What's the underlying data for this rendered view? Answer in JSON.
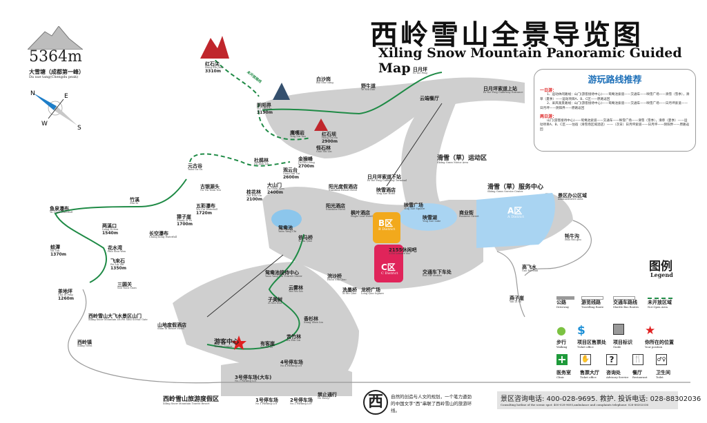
{
  "title": {
    "cn": "西岭雪山全景导览图",
    "en": "Xiling Snow Mountain Panoramic Guided Map"
  },
  "peak": {
    "height": "5364m",
    "name_cn": "大雪塘（成都第一峰）",
    "name_en": "Da xue tang(Chengdu peak)"
  },
  "compass": {
    "n": "N",
    "e": "E",
    "s": "S",
    "w": "W"
  },
  "route_recommendation": {
    "title": "游玩路线推荐",
    "one_day_heading": "一日游：",
    "one_day_1": "1、运动休闲路线：山门(游客接待中心)——鸳鸯池索道——交通车——映雪广场——滑雪（雪季），滑草（夏季）——运动项目A、B、C区——原路返回",
    "one_day_2": "2、采风观景路线：山门(游客接待中心)——鸳鸯池索道——交通车——映雪广场——日月坪索道——日月坪——阴阳界——原路返回",
    "two_day_heading": "两日游：",
    "two_day": "山门(游客接待中心)——鸳鸯池索道——交通车——映雪广场——滑雪（雪季），滑草（夏季）——运动项目A、B、C区——住宿（滑雪场区域酒店）——（次日）日月坪索道——日月坪——阴阳界——原路返回"
  },
  "not_open_route_label": "未开放路线",
  "places": [
    {
      "cn": "红石尖",
      "en": "Hong Shi Jian",
      "el": "3310m"
    },
    {
      "cn": "阴阳界",
      "en": "Yin Yang Jie",
      "el": "3190m"
    },
    {
      "cn": "白沙岗",
      "en": "Bai Sha Gang"
    },
    {
      "cn": "野牛道",
      "en": "Ye Niu Dao"
    },
    {
      "cn": "日月坪",
      "en": "Ri Yue Ping"
    },
    {
      "cn": "鹰嘴岩",
      "en": "Ying Zui Yan"
    },
    {
      "cn": "红石坝",
      "en": "Hong Shi Ba",
      "el": "2900m"
    },
    {
      "cn": "怪石林",
      "en": "Guai Shi Lin"
    },
    {
      "cn": "金猴峰",
      "en": "Jin Hou Feng",
      "el": "2700m"
    },
    {
      "cn": "观云台",
      "en": "Guan Yun Tai",
      "el": "2600m"
    },
    {
      "cn": "杜鹃林",
      "en": "Du Juan Lin"
    },
    {
      "cn": "大山门",
      "en": "Da Shan Men",
      "el": "2400m"
    },
    {
      "cn": "桂花林",
      "en": "Gui Hua Lin",
      "el": "2100m"
    },
    {
      "cn": "古银源头",
      "en": "Gu Yin Yuan Tou"
    },
    {
      "cn": "元古谷",
      "en": "Yuan Gu Gu"
    },
    {
      "cn": "五彩瀑布",
      "en": "Wu Cai Waterfall",
      "el": "1720m"
    },
    {
      "cn": "獐子崖",
      "en": "Zhang Zi Ya",
      "el": "1700m"
    },
    {
      "cn": "长空瀑布",
      "en": "Chang Kong Waterfall"
    },
    {
      "cn": "竹溪",
      "en": "Zhu Xi"
    },
    {
      "cn": "鱼泉瀑布",
      "en": "Yu Quan Waterfall"
    },
    {
      "cn": "两溪口",
      "en": "Liang Xi Kou",
      "el": "1540m"
    },
    {
      "cn": "蛙潭",
      "en": "Wa Tan",
      "el": "1370m"
    },
    {
      "cn": "花水湾",
      "en": "Hua Shui Wan"
    },
    {
      "cn": "飞来石",
      "en": "Fei Lai Shi",
      "el": "1350m"
    },
    {
      "cn": "三圆关",
      "en": "San Yuan Guan"
    },
    {
      "cn": "茶地坪",
      "en": "Cha Di Ping",
      "el": "1260m"
    },
    {
      "cn": "西岭雪山大飞水景区山门",
      "en": "Xiling Snow Mountain Da Fei Shui Scenic Gate"
    },
    {
      "cn": "西岭镇",
      "en": "Xiling Town"
    },
    {
      "cn": "山地度假酒店",
      "en": "Shan Di Resort Hotel"
    },
    {
      "cn": "游客中心",
      "en": "Tourist Center"
    },
    {
      "cn": "有客崖",
      "en": "You Ke Ya"
    },
    {
      "cn": "苦竹林",
      "en": "Ku Zhu Lin"
    },
    {
      "cn": "香杉林",
      "en": "Xiang Shan Lin"
    },
    {
      "cn": "子美树",
      "en": "Zi Mei Shu"
    },
    {
      "cn": "云雾林",
      "en": "Yun Wu Lin"
    },
    {
      "cn": "鸳鸯池接待中心",
      "en": "Yuan Yang Chi Tourist Center"
    },
    {
      "cn": "鸳鸯池",
      "en": "Yuan Yang Chi"
    },
    {
      "cn": "依马桥",
      "en": "Yi Ma Qiao"
    },
    {
      "cn": "浣沙桥",
      "en": "Huan Sha Qiao"
    },
    {
      "cn": "洗墨桥",
      "en": "Xi Mo Qiao"
    },
    {
      "cn": "龙桥广场",
      "en": "Long Qiao Square"
    },
    {
      "cn": "交通车下车处",
      "en": "Bus Off Station"
    },
    {
      "cn": "2155休闲吧",
      "en": "2155 Leisure bar"
    },
    {
      "cn": "映雪湖",
      "en": "Ying Xue Lake"
    },
    {
      "cn": "商业街",
      "en": "Business Street"
    },
    {
      "cn": "映雪广场",
      "en": "Ying Xue Square"
    },
    {
      "cn": "映雪酒店",
      "en": "Ying Xue Hotel"
    },
    {
      "cn": "日月坪索道下站",
      "en": "Ri Yue Ping Cableway Terminal"
    },
    {
      "cn": "阳光度假酒店",
      "en": "Sunshine Resort Hotel"
    },
    {
      "cn": "阳光酒店",
      "en": "Sunshine Hotel"
    },
    {
      "cn": "枫叶酒店",
      "en": "Maple Leaf Hotel"
    },
    {
      "cn": "滑雪（草）运动区",
      "en": "Skiing Grass Motor Area"
    },
    {
      "cn": "滑雪（草）服务中心",
      "en": "Skiing Grass Service Center"
    },
    {
      "cn": "景区办公区域",
      "en": "Administrative Area"
    },
    {
      "cn": "牦牛沟",
      "en": "Mao Niu gou"
    },
    {
      "cn": "高飞水",
      "en": "Gao Fei Shui"
    },
    {
      "cn": "燕子崖",
      "en": "Yan Zi Ya"
    },
    {
      "cn": "日月坪索道上站",
      "en": "Ri Yue Ping Cableway Entrance"
    },
    {
      "cn": "云端餐厅",
      "en": ""
    },
    {
      "cn": "1号停车场",
      "en": "No.1 Parking Lot"
    },
    {
      "cn": "2号停车场",
      "en": "No.2 Parking Lot"
    },
    {
      "cn": "3号停车场(大车)",
      "en": "No.3 Parking Lot"
    },
    {
      "cn": "4号停车场",
      "en": "No.4 Parking Lot"
    },
    {
      "cn": "禁止通行",
      "en": "No Entry!"
    },
    {
      "cn": "西岭雪山旅游度假区",
      "en": "Xiling Snow Mountain Tourist Resort"
    }
  ],
  "districts": [
    {
      "cn": "A区",
      "en": "A District",
      "color": "#a9d4f2"
    },
    {
      "cn": "B区",
      "en": "B District",
      "color": "#f2a91c"
    },
    {
      "cn": "C区",
      "en": "C District",
      "color": "#e0245a"
    }
  ],
  "legend": {
    "title": "图例",
    "title_en": "Legend",
    "items": [
      {
        "cn": "公路",
        "en": "Driveway",
        "icon": "driveway-line"
      },
      {
        "cn": "游览线路",
        "en": "Travelling Route",
        "icon": "travel-route-line"
      },
      {
        "cn": "交通车路线",
        "en": "Shuttle Bus Routes",
        "icon": "bus-route-line"
      },
      {
        "cn": "未开放区域",
        "en": "Not Open Area",
        "icon": "dashed-green-line"
      },
      {
        "cn": "步行",
        "en": "Walking",
        "icon": "footprint-icon"
      },
      {
        "cn": "项目区售票处",
        "en": "Ticket office",
        "icon": "dollar-icon"
      },
      {
        "cn": "项目标识",
        "en": "Guide",
        "icon": "guide-sign-icon"
      },
      {
        "cn": "你所在的位置",
        "en": "Your position",
        "icon": "red-star-icon"
      },
      {
        "cn": "医务室",
        "en": "Clinic",
        "icon": "first-aid-icon"
      },
      {
        "cn": "售票大厅",
        "en": "Ticket office",
        "icon": "ticket-hand-icon"
      },
      {
        "cn": "咨询处",
        "en": "Advisory Service",
        "icon": "question-icon"
      },
      {
        "cn": "餐厅",
        "en": "Restaurant",
        "icon": "fork-knife-icon"
      },
      {
        "cn": "卫生间",
        "en": "Toilet",
        "icon": "toilet-icon"
      }
    ]
  },
  "footer": {
    "logo_char": "西",
    "slogan": "自然的创造与人文的规划，一个笔力遒劲的中国文字“西”串联了西岭雪山的旅游环线。",
    "hotline_cn": "景区咨询电话: 400-028-9695. 救护. 投诉电话: 028-88302036",
    "hotline_en": "Consulting hotline of the scenic spot: 400-028-9695,ambulance and complaints telephone: 028-88302036"
  },
  "colors": {
    "road": "#c8c8c8",
    "route": "#1e8a45",
    "star": "#e02020",
    "accent": "#1c6fb8"
  }
}
